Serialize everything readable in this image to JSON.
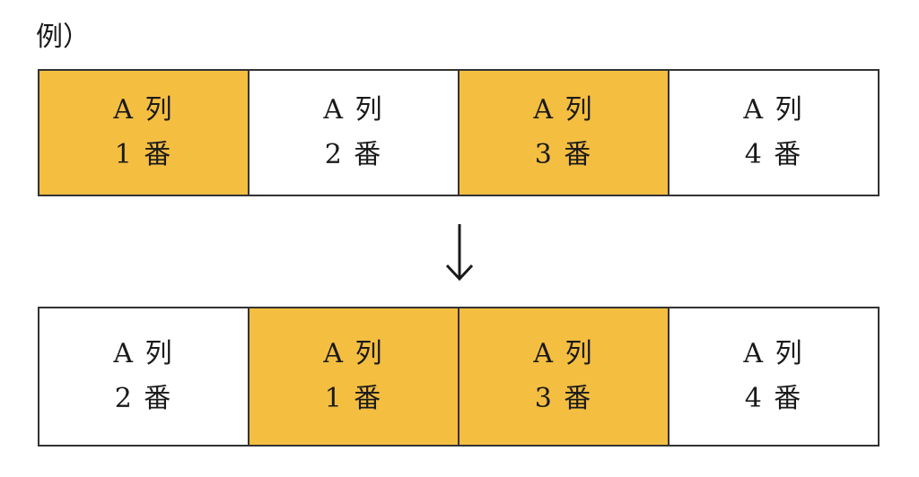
{
  "title": "例）",
  "colors": {
    "highlight": "#F4BE41",
    "plain": "#FFFFFF",
    "border": "#333333"
  },
  "arrow_icon": "down-arrow",
  "before": [
    {
      "line1": "A 列",
      "line2": "1 番",
      "highlighted": true
    },
    {
      "line1": "A 列",
      "line2": "2 番",
      "highlighted": false
    },
    {
      "line1": "A 列",
      "line2": "3 番",
      "highlighted": true
    },
    {
      "line1": "A 列",
      "line2": "4 番",
      "highlighted": false
    }
  ],
  "after": [
    {
      "line1": "A 列",
      "line2": "2 番",
      "highlighted": false
    },
    {
      "line1": "A 列",
      "line2": "1 番",
      "highlighted": true
    },
    {
      "line1": "A 列",
      "line2": "3 番",
      "highlighted": true
    },
    {
      "line1": "A 列",
      "line2": "4 番",
      "highlighted": false
    }
  ]
}
